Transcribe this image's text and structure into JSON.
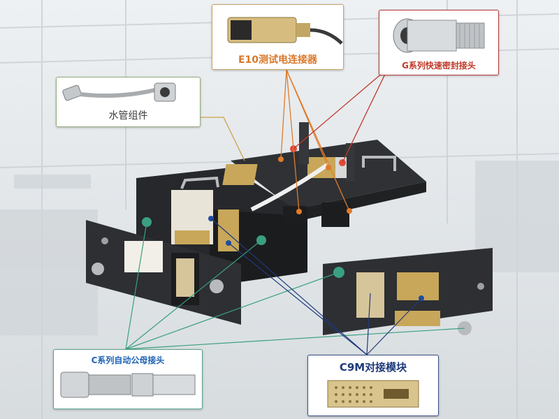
{
  "callouts": {
    "e10": {
      "label": "E10测试电连接器",
      "accent": "#d8792b"
    },
    "g_series": {
      "label": "G系列快速密封接头",
      "accent": "#c0392b"
    },
    "water": {
      "label": "水管组件",
      "accent": "#3c3c3c"
    },
    "c_series": {
      "label": "C系列自动公母接头",
      "accent": "#1e63b5"
    },
    "c9m": {
      "label": "C9M对接模块",
      "accent": "#1f3a7a"
    }
  },
  "colors": {
    "leader_orange": "#e07b2a",
    "leader_red": "#c0392b",
    "leader_navy": "#1f3a7a",
    "leader_green": "#3aa07f",
    "metal_dark": "#2c2e31",
    "brass": "#c8a75a"
  },
  "icons": [
    "e10-connector-icon",
    "g-series-fitting-icon",
    "water-pipe-icon",
    "c-series-coupler-icon",
    "c9m-module-icon"
  ]
}
